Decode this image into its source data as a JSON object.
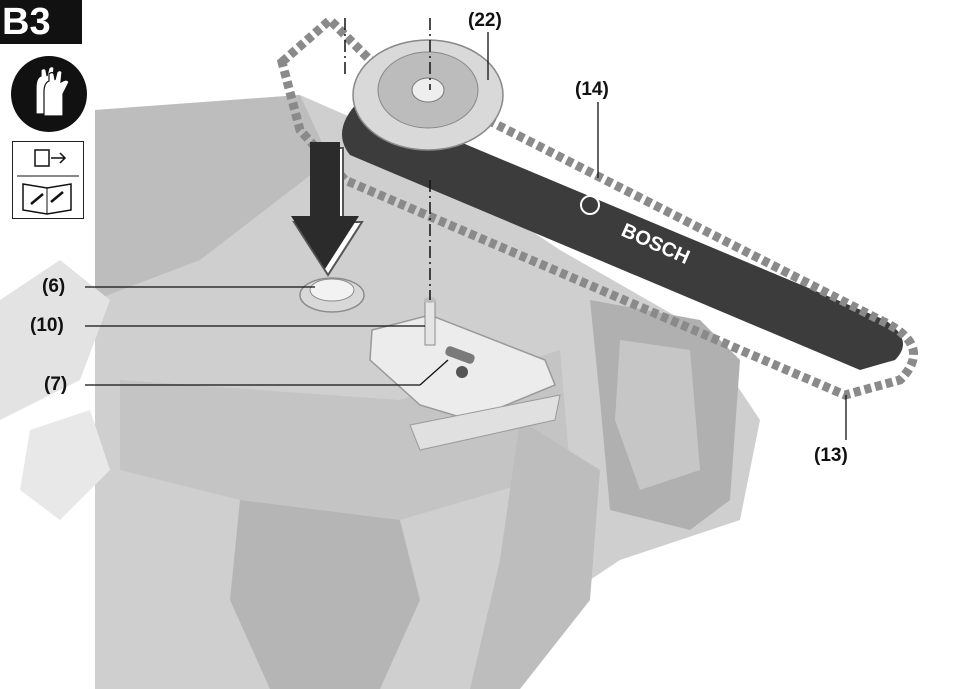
{
  "figure": {
    "badge": "B3",
    "brand": "BOSCH",
    "callouts": {
      "c22": "(22)",
      "c14": "(14)",
      "c6": "(6)",
      "c10": "(10)",
      "c7": "(7)",
      "c13": "(13)"
    },
    "icons": [
      "protective-gloves-icon",
      "read-manual-icon"
    ],
    "colors": {
      "machine_body": "#c9c9c9",
      "machine_shadow": "#a9a9a9",
      "bar": "#3c3c3c",
      "chain": "#8a8a8a",
      "text": "#111111"
    }
  }
}
